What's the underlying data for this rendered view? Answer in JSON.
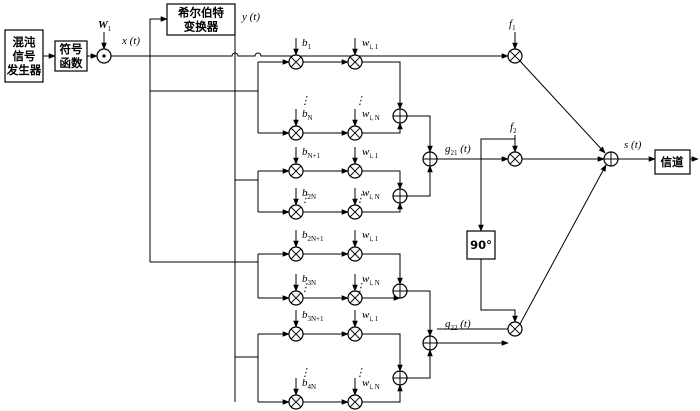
{
  "blocks": {
    "chaos_generator": [
      "混沌",
      "信号",
      "发生器"
    ],
    "sign_function": [
      "符号",
      "函数"
    ],
    "hilbert": [
      "希尔伯特",
      "变换器"
    ],
    "phase_shift": "90°",
    "channel": "信道"
  },
  "labels": {
    "W1": {
      "main": "W",
      "sub": "1"
    },
    "x": "x (t)",
    "y": "y (t)",
    "f1": {
      "main": "f",
      "sub": "1"
    },
    "f2": {
      "main": "f",
      "sub": "2"
    },
    "g21": {
      "main": "g",
      "sub": "21",
      "tail": " (t)"
    },
    "g22": {
      "main": "g",
      "sub": "22",
      "tail": " (t)"
    },
    "s": "s (t)",
    "dots": "⋮"
  },
  "bank_rows": [
    {
      "b": {
        "main": "b",
        "sub": "1"
      },
      "w": {
        "main": "w",
        "sub": "i, 1"
      }
    },
    {
      "b": {
        "main": "b",
        "sub": "N"
      },
      "w": {
        "main": "w",
        "sub": "i, N"
      }
    },
    {
      "b": {
        "main": "b",
        "sub": "N+1"
      },
      "w": {
        "main": "w",
        "sub": "i, 1"
      }
    },
    {
      "b": {
        "main": "b",
        "sub": "2N"
      },
      "w": {
        "main": "w",
        "sub": "i, N"
      }
    },
    {
      "b": {
        "main": "b",
        "sub": "2N+1"
      },
      "w": {
        "main": "w",
        "sub": "i, 1"
      }
    },
    {
      "b": {
        "main": "b",
        "sub": "3N"
      },
      "w": {
        "main": "w",
        "sub": "i, N"
      }
    },
    {
      "b": {
        "main": "b",
        "sub": "3N+1"
      },
      "w": {
        "main": "w",
        "sub": "i, 1"
      }
    },
    {
      "b": {
        "main": "b",
        "sub": "4N"
      },
      "w": {
        "main": "w",
        "sub": "i, N"
      }
    }
  ]
}
